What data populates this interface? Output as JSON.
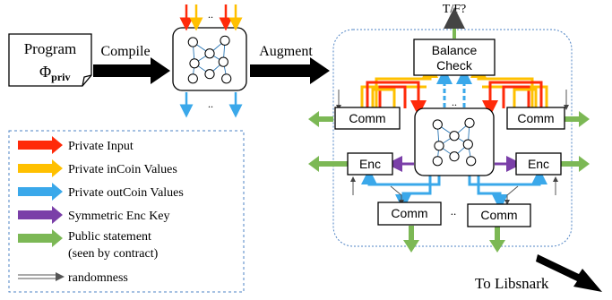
{
  "program": {
    "line1": "Program",
    "line2": "Φ",
    "sub": "priv"
  },
  "arrows": {
    "compile": "Compile",
    "augment": "Augment",
    "to_libsnark": "To Libsnark"
  },
  "top_output": "T/F?",
  "boxes": {
    "balance_line1": "Balance",
    "balance_line2": "Check",
    "comm": "Comm",
    "enc": "Enc"
  },
  "ellipsis": "..",
  "legend": [
    {
      "label": "Private Input",
      "color": "#ff2a0a"
    },
    {
      "label": "Private inCoin Values",
      "color": "#ffc000"
    },
    {
      "label": "Private outCoin Values",
      "color": "#3aa8ea"
    },
    {
      "label": "Symmetric Enc Key",
      "color": "#7a3fa8"
    },
    {
      "label": "Public statement",
      "label2": "(seen by contract)",
      "color": "#7cb855"
    },
    {
      "label": "randomness",
      "color": "#808080"
    }
  ]
}
